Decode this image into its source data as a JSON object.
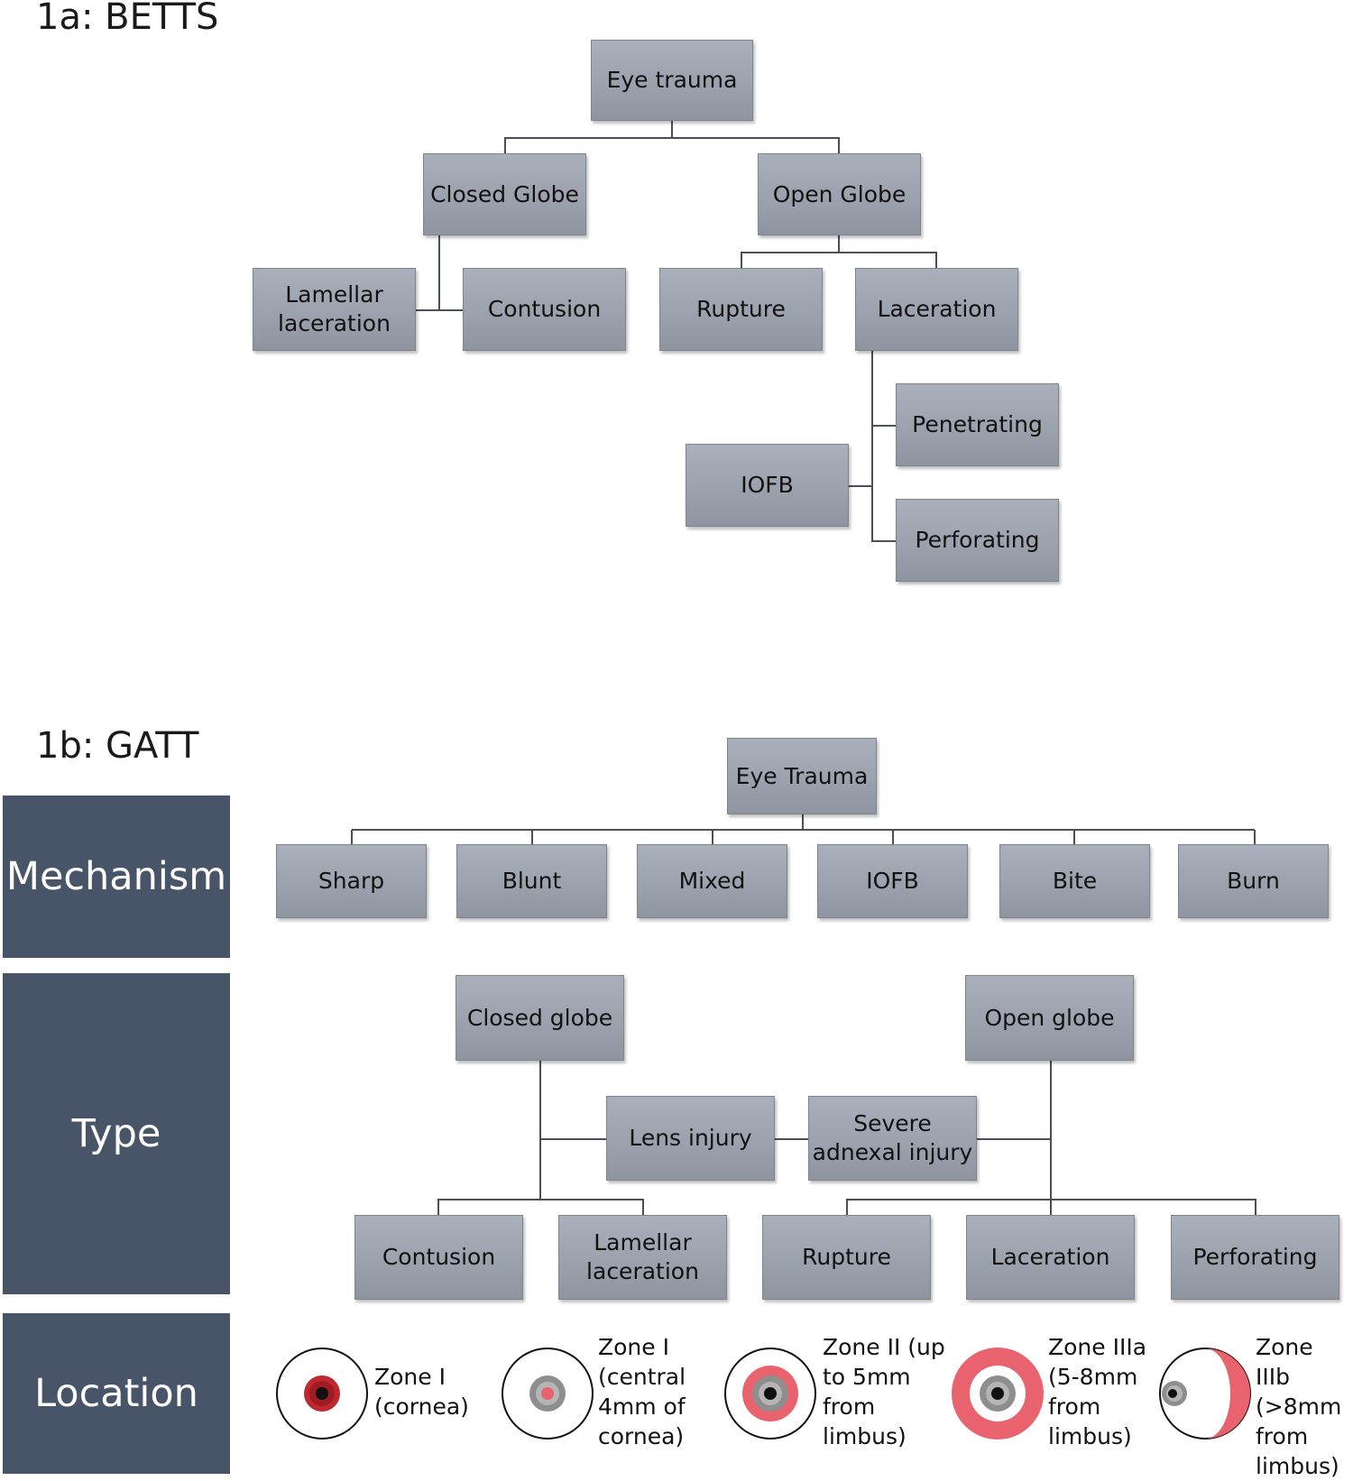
{
  "betts": {
    "title": "1a: BETTS",
    "eye_trauma": "Eye trauma",
    "closed_globe": "Closed Globe",
    "open_globe": "Open Globe",
    "lamellar_laceration": "Lamellar laceration",
    "contusion": "Contusion",
    "rupture": "Rupture",
    "laceration": "Laceration",
    "penetrating": "Penetrating",
    "iofb": "IOFB",
    "perforating": "Perforating"
  },
  "gatt": {
    "title": "1b: GATT",
    "bands": {
      "mechanism": "Mechanism",
      "type": "Type",
      "location": "Location"
    },
    "eye_trauma": "Eye Trauma",
    "mechanisms": [
      "Sharp",
      "Blunt",
      "Mixed",
      "IOFB",
      "Bite",
      "Burn"
    ],
    "closed_globe": "Closed globe",
    "open_globe": "Open globe",
    "lens_injury": "Lens injury",
    "severe_adnexal_injury": "Severe adnexal injury",
    "contusion": "Contusion",
    "lamellar_laceration": "Lamellar laceration",
    "rupture": "Rupture",
    "laceration": "Laceration",
    "perforating": "Perforating",
    "zones": [
      {
        "label": "Zone I\n(cornea)",
        "icon": "eye-zone-cornea-icon"
      },
      {
        "label": "Zone I\n(central\n4mm of\ncornea)",
        "icon": "eye-zone-central-cornea-icon"
      },
      {
        "label": "Zone II (up\nto 5mm\nfrom\nlimbus)",
        "icon": "eye-zone-ii-icon"
      },
      {
        "label": "Zone IIIa\n(5-8mm\nfrom\nlimbus)",
        "icon": "eye-zone-iiia-icon"
      },
      {
        "label": "Zone IIIb\n(>8mm\nfrom\nlimbus)",
        "icon": "eye-zone-iiib-icon"
      }
    ],
    "colors": {
      "band": "#485569",
      "highlight_red": "#e8636d",
      "iris_red": "#c0282f"
    }
  }
}
